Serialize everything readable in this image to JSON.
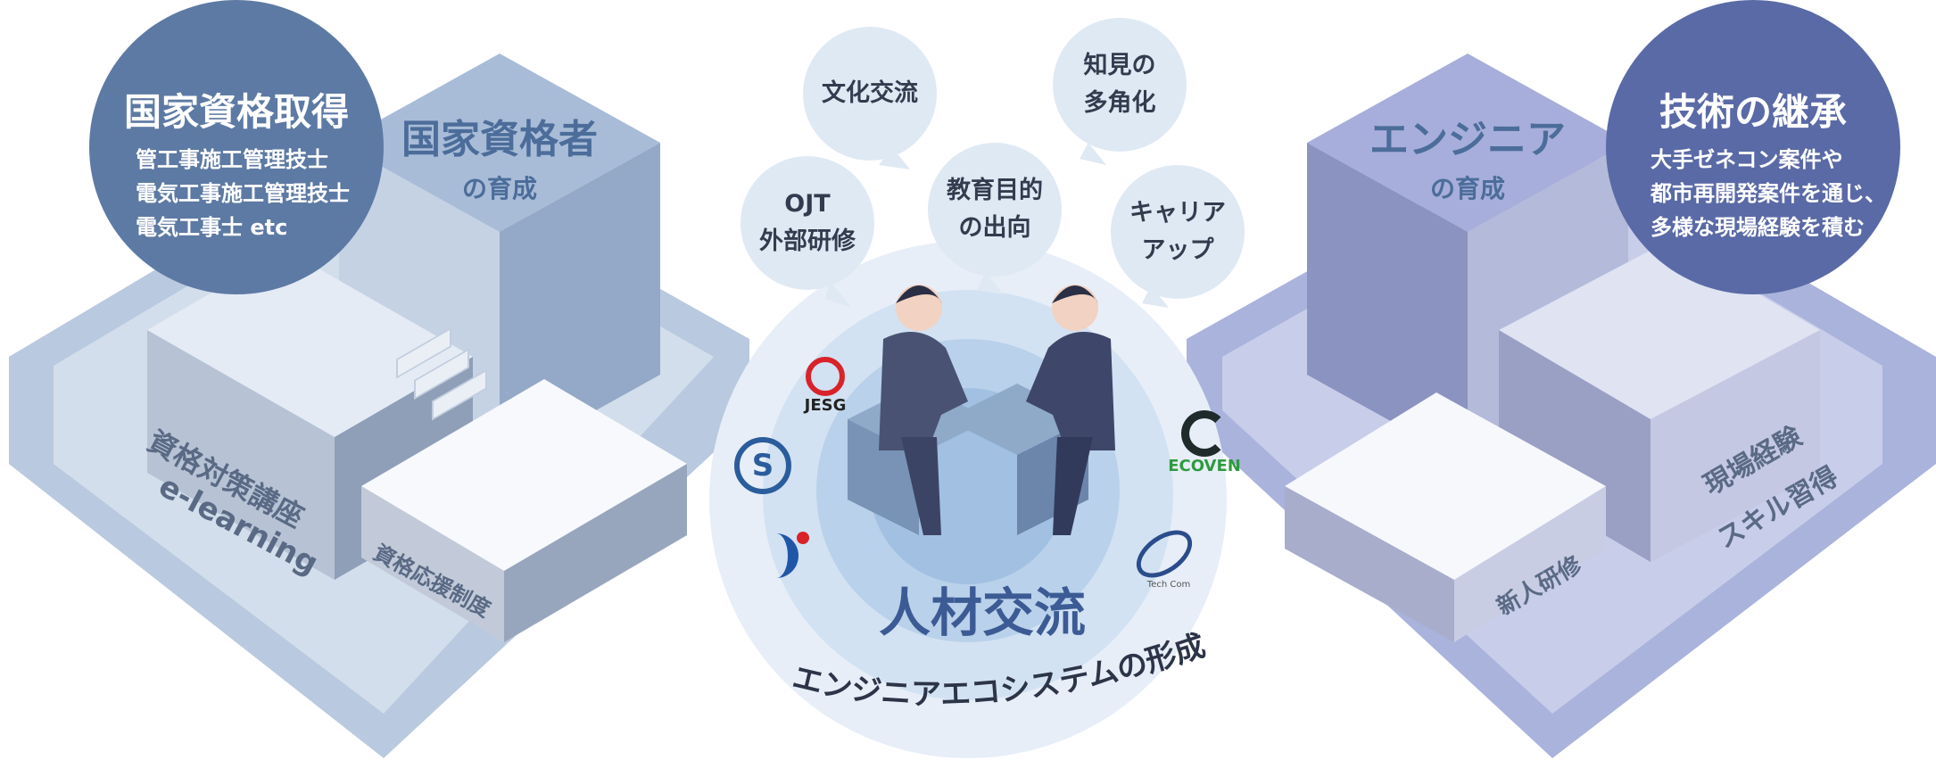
{
  "center": {
    "title": "人材交流",
    "arc_caption": "エンジニアエコシステムの形成"
  },
  "bubbles": [
    {
      "label": "文化交流"
    },
    {
      "label": "知見の\n多角化"
    },
    {
      "label": "OJT\n外部研修"
    },
    {
      "label": "教育目的\nの出向"
    },
    {
      "label": "キャリア\nアップ"
    }
  ],
  "left": {
    "badge_title": "国家資格取得",
    "badge_items": [
      "管工事施工管理技士",
      "電気工事施工管理技士",
      "電気工事士 etc"
    ],
    "block_title": "国家資格者",
    "block_sub": "の育成",
    "face_upper": "資格対策講座",
    "face_lower": "e-learning",
    "face_small": "資格応援制度"
  },
  "right": {
    "badge_title": "技術の継承",
    "badge_items": [
      "大手ゼネコン案件や",
      "都市再開発案件を通じ、",
      "多様な現場経験を積む"
    ],
    "block_title": "エンジニア",
    "block_sub": "の育成",
    "face_upper": "現場経験",
    "face_lower": "スキル習得",
    "face_small": "新人研修"
  },
  "logos": [
    {
      "name": "jesg-logo",
      "text": "JESG"
    },
    {
      "name": "ecoven-logo",
      "text": "ECOVEN"
    },
    {
      "name": "tech-logo",
      "text": "Tech Com"
    }
  ],
  "colors": {
    "left_badge": "#5d7aa4",
    "right_badge": "#5a6aa6",
    "platform_left": "#b9c9df",
    "platform_right": "#aab3dc",
    "block_left": "#a8bcd8",
    "block_right": "#a7aedb",
    "center_text": "#3c5b95"
  }
}
